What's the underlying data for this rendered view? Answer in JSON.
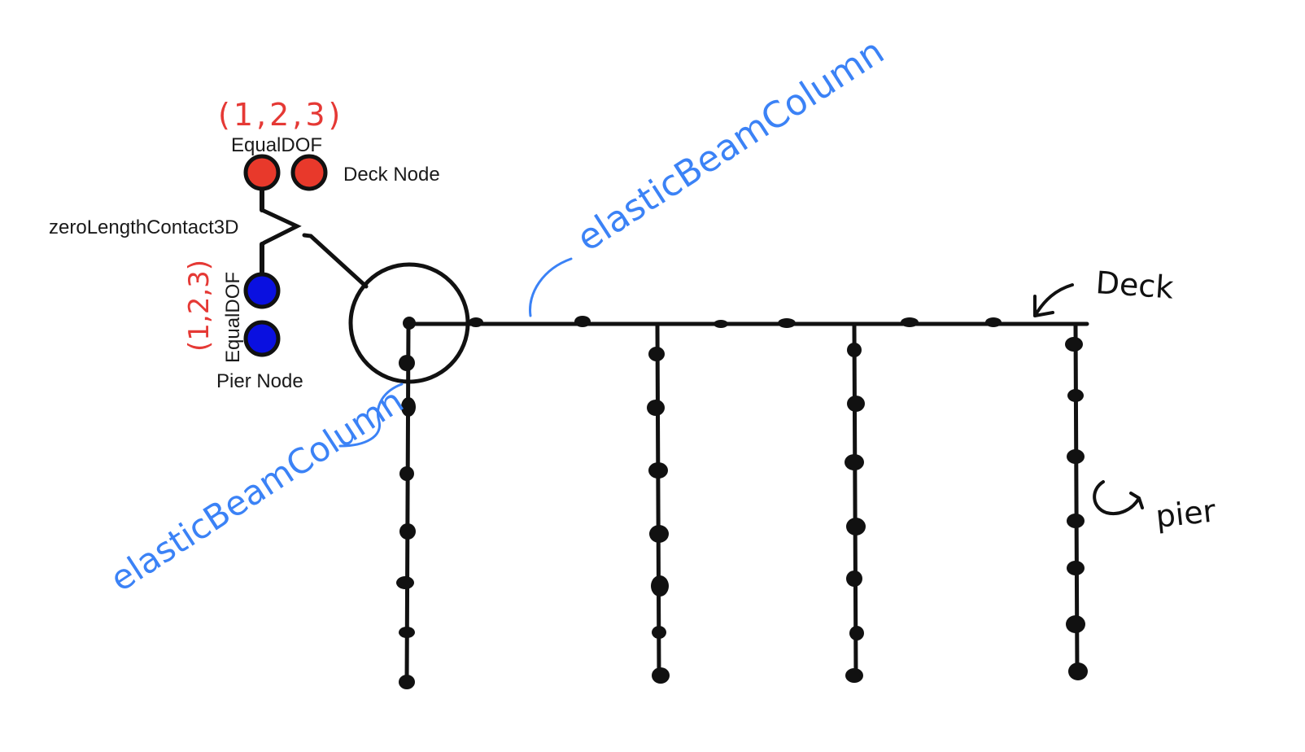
{
  "labels": {
    "top_dof": "(1,2,3)",
    "top_equal_dof": "EqualDOF",
    "deck_node": "Deck Node",
    "contact_element": "zeroLengthContact3D",
    "side_dof": "(1,2,3)",
    "side_equal_dof": "EqualDOF",
    "pier_node": "Pier Node",
    "deck_beam": "elasticBeamColumn",
    "pier_beam": "elasticBeamColumn",
    "deck": "Deck",
    "pier": "pier"
  },
  "colors": {
    "ink": "#111111",
    "deck_node": "#e8392b",
    "pier_node": "#0a10e0",
    "dof_label": "#e53935",
    "beam_label": "#3b82f6"
  },
  "structure": {
    "piers": 4,
    "nodes_per_pier": [
      7,
      7,
      7,
      7
    ],
    "deck_nodes": 6
  }
}
